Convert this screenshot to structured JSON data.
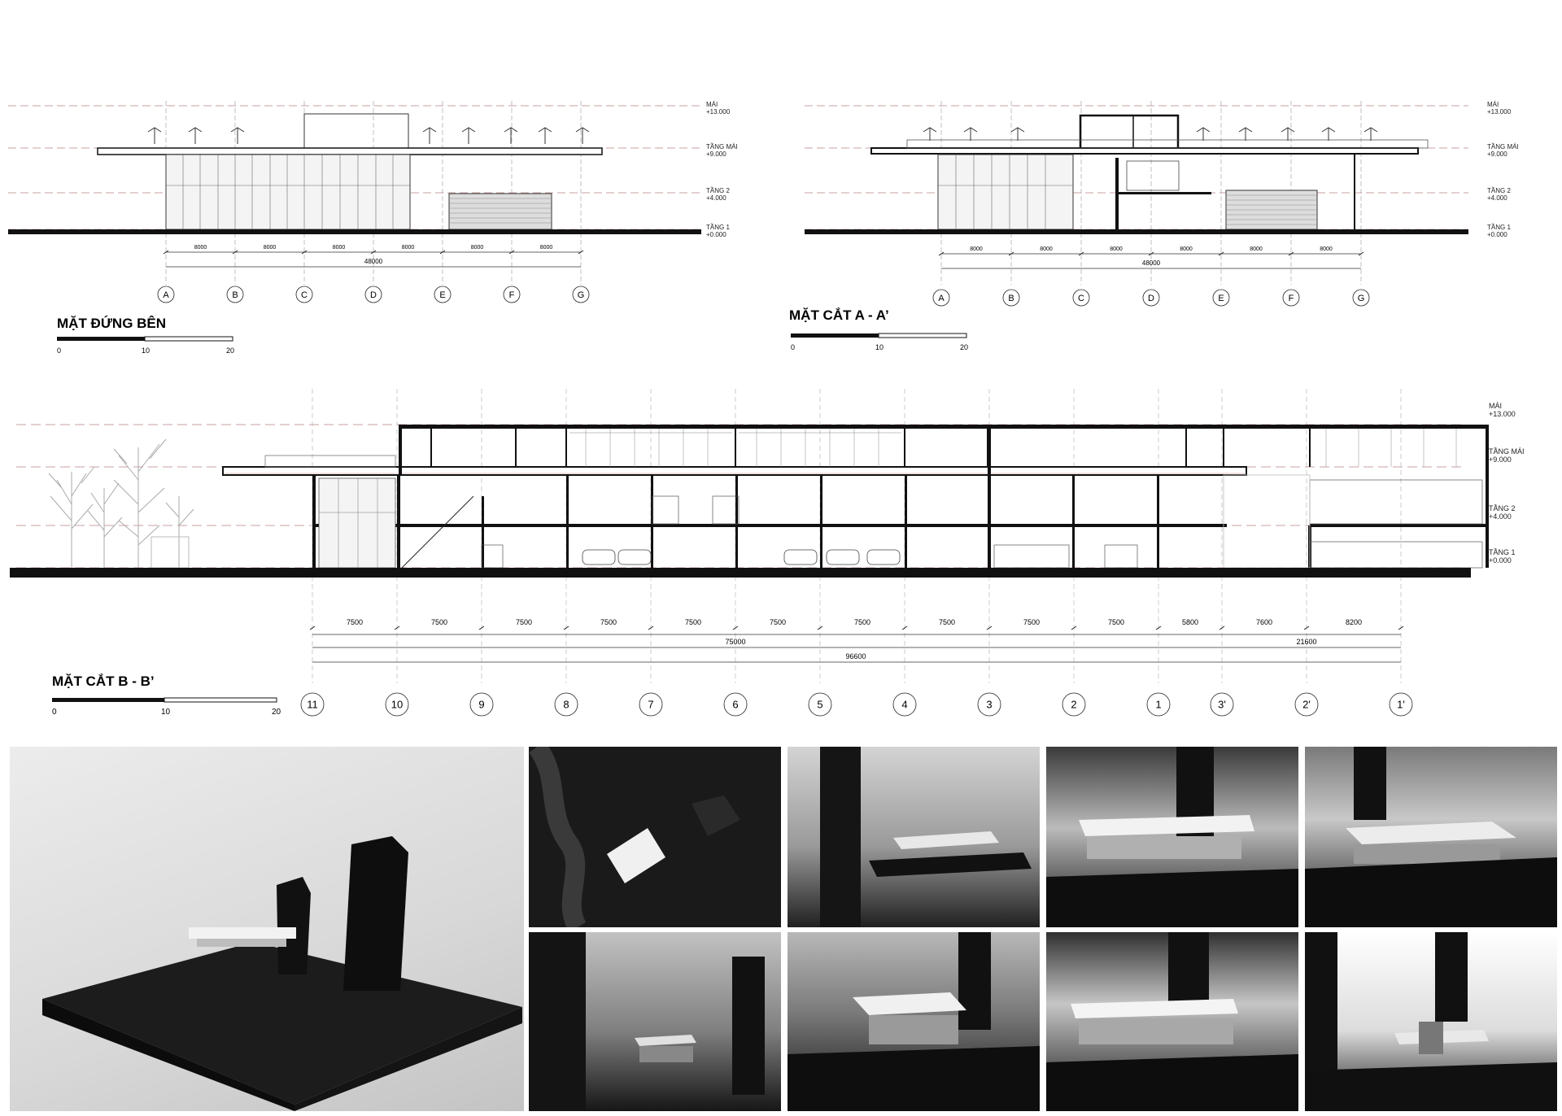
{
  "levels": {
    "roof": {
      "name": "MÁI",
      "elev": "+13.000"
    },
    "roof_floor": {
      "name": "TẦNG MÁI",
      "elev": "+9.000"
    },
    "floor2": {
      "name": "TẦNG 2",
      "elev": "+4.000"
    },
    "floor1": {
      "name": "TẦNG 1",
      "elev": "+0.000"
    }
  },
  "scale_bar": {
    "ticks": [
      "0",
      "10",
      "20"
    ]
  },
  "drawings": {
    "side_elevation": {
      "title": "MẶT ĐỨNG BÊN",
      "grid_labels": [
        "A",
        "B",
        "C",
        "D",
        "E",
        "F",
        "G"
      ],
      "spans": [
        "8000",
        "8000",
        "8000",
        "8000",
        "8000",
        "8000"
      ],
      "total": "48000"
    },
    "section_aa": {
      "title": "MẶT CẮT A - A’",
      "grid_labels": [
        "A",
        "B",
        "C",
        "D",
        "E",
        "F",
        "G"
      ],
      "spans": [
        "8000",
        "8000",
        "8000",
        "8000",
        "8000",
        "8000"
      ],
      "total": "48000"
    },
    "section_bb": {
      "title": "MẶT CẮT B - B’",
      "grid_labels": [
        "11",
        "10",
        "9",
        "8",
        "7",
        "6",
        "5",
        "4",
        "3",
        "2",
        "1",
        "3'",
        "2'",
        "1'"
      ],
      "spans": [
        "7500",
        "7500",
        "7500",
        "7500",
        "7500",
        "7500",
        "7500",
        "7500",
        "7500",
        "7500",
        "5800",
        "7600",
        "8200"
      ],
      "subtotal_a": "75000",
      "subtotal_b": "21600",
      "total": "96600"
    }
  },
  "photos": {
    "items": [
      {
        "name": "model-overview-photo",
        "tone": "light"
      },
      {
        "name": "model-top-view-photo",
        "tone": "dark"
      },
      {
        "name": "model-closeup-photo-1",
        "tone": "mid"
      },
      {
        "name": "model-closeup-photo-2",
        "tone": "dark"
      },
      {
        "name": "model-closeup-photo-3",
        "tone": "dark"
      },
      {
        "name": "model-closeup-photo-4",
        "tone": "mid"
      },
      {
        "name": "model-closeup-photo-5",
        "tone": "dark"
      },
      {
        "name": "model-closeup-photo-6",
        "tone": "dark"
      },
      {
        "name": "model-closeup-photo-7",
        "tone": "light"
      }
    ]
  },
  "colors": {
    "ink": "#111111",
    "guide": "#c88080",
    "glass": "#555555",
    "hatch": "#888888"
  }
}
